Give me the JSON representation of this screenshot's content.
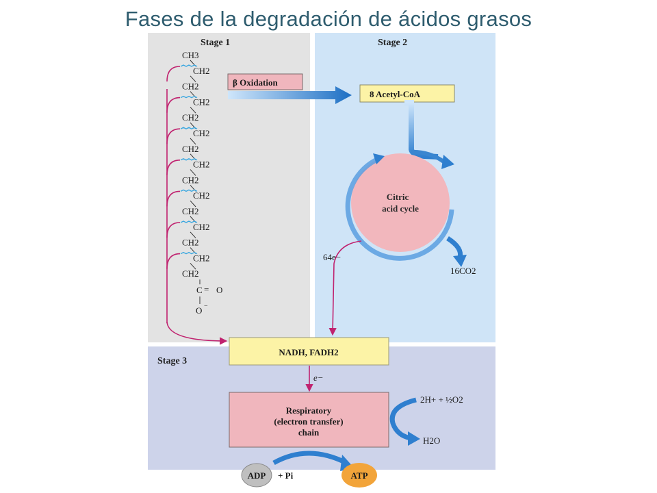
{
  "title": "Fases de la degradación de ácidos grasos",
  "stages": {
    "stage1": "Stage 1",
    "stage2": "Stage 2",
    "stage3": "Stage 3"
  },
  "chain": {
    "top_group": "CH3",
    "repeat_group": "CH2",
    "carboxyl_carbon": "C",
    "carboxyl_double_o": "O",
    "carboxyl_single_o": "O",
    "charge": "−",
    "bond_double": "=",
    "bond_single": "|"
  },
  "boxes": {
    "beta_oxidation": "β Oxidation",
    "acetyl_coa": "8 Acetyl-CoA",
    "nadh_fadh2": "NADH, FADH2",
    "respiratory_line1": "Respiratory",
    "respiratory_line2": "(electron transfer)",
    "respiratory_line3": "chain"
  },
  "cycle": {
    "line1": "Citric",
    "line2": "acid cycle"
  },
  "labels": {
    "electrons_64": "64e−",
    "co2": "16CO2",
    "electron": "e−",
    "oxygen": "2H+ + ½O2",
    "water": "H2O",
    "adp": "ADP",
    "plus_pi": "+ Pi",
    "atp": "ATP"
  },
  "colors": {
    "stage1_bg": "#e3e3e3",
    "stage2_bg": "#cfe4f7",
    "stage3_bg": "#cdd3ea",
    "yellow_box": "#fcf3a6",
    "pink_box": "#f0b6bd",
    "cycle_fill": "#f2b7bd",
    "blue_arrow": "#3a86d0",
    "magenta_arrow": "#c0226f",
    "atp_orange": "#f2a43a",
    "adp_gray": "#bfbfbf"
  }
}
